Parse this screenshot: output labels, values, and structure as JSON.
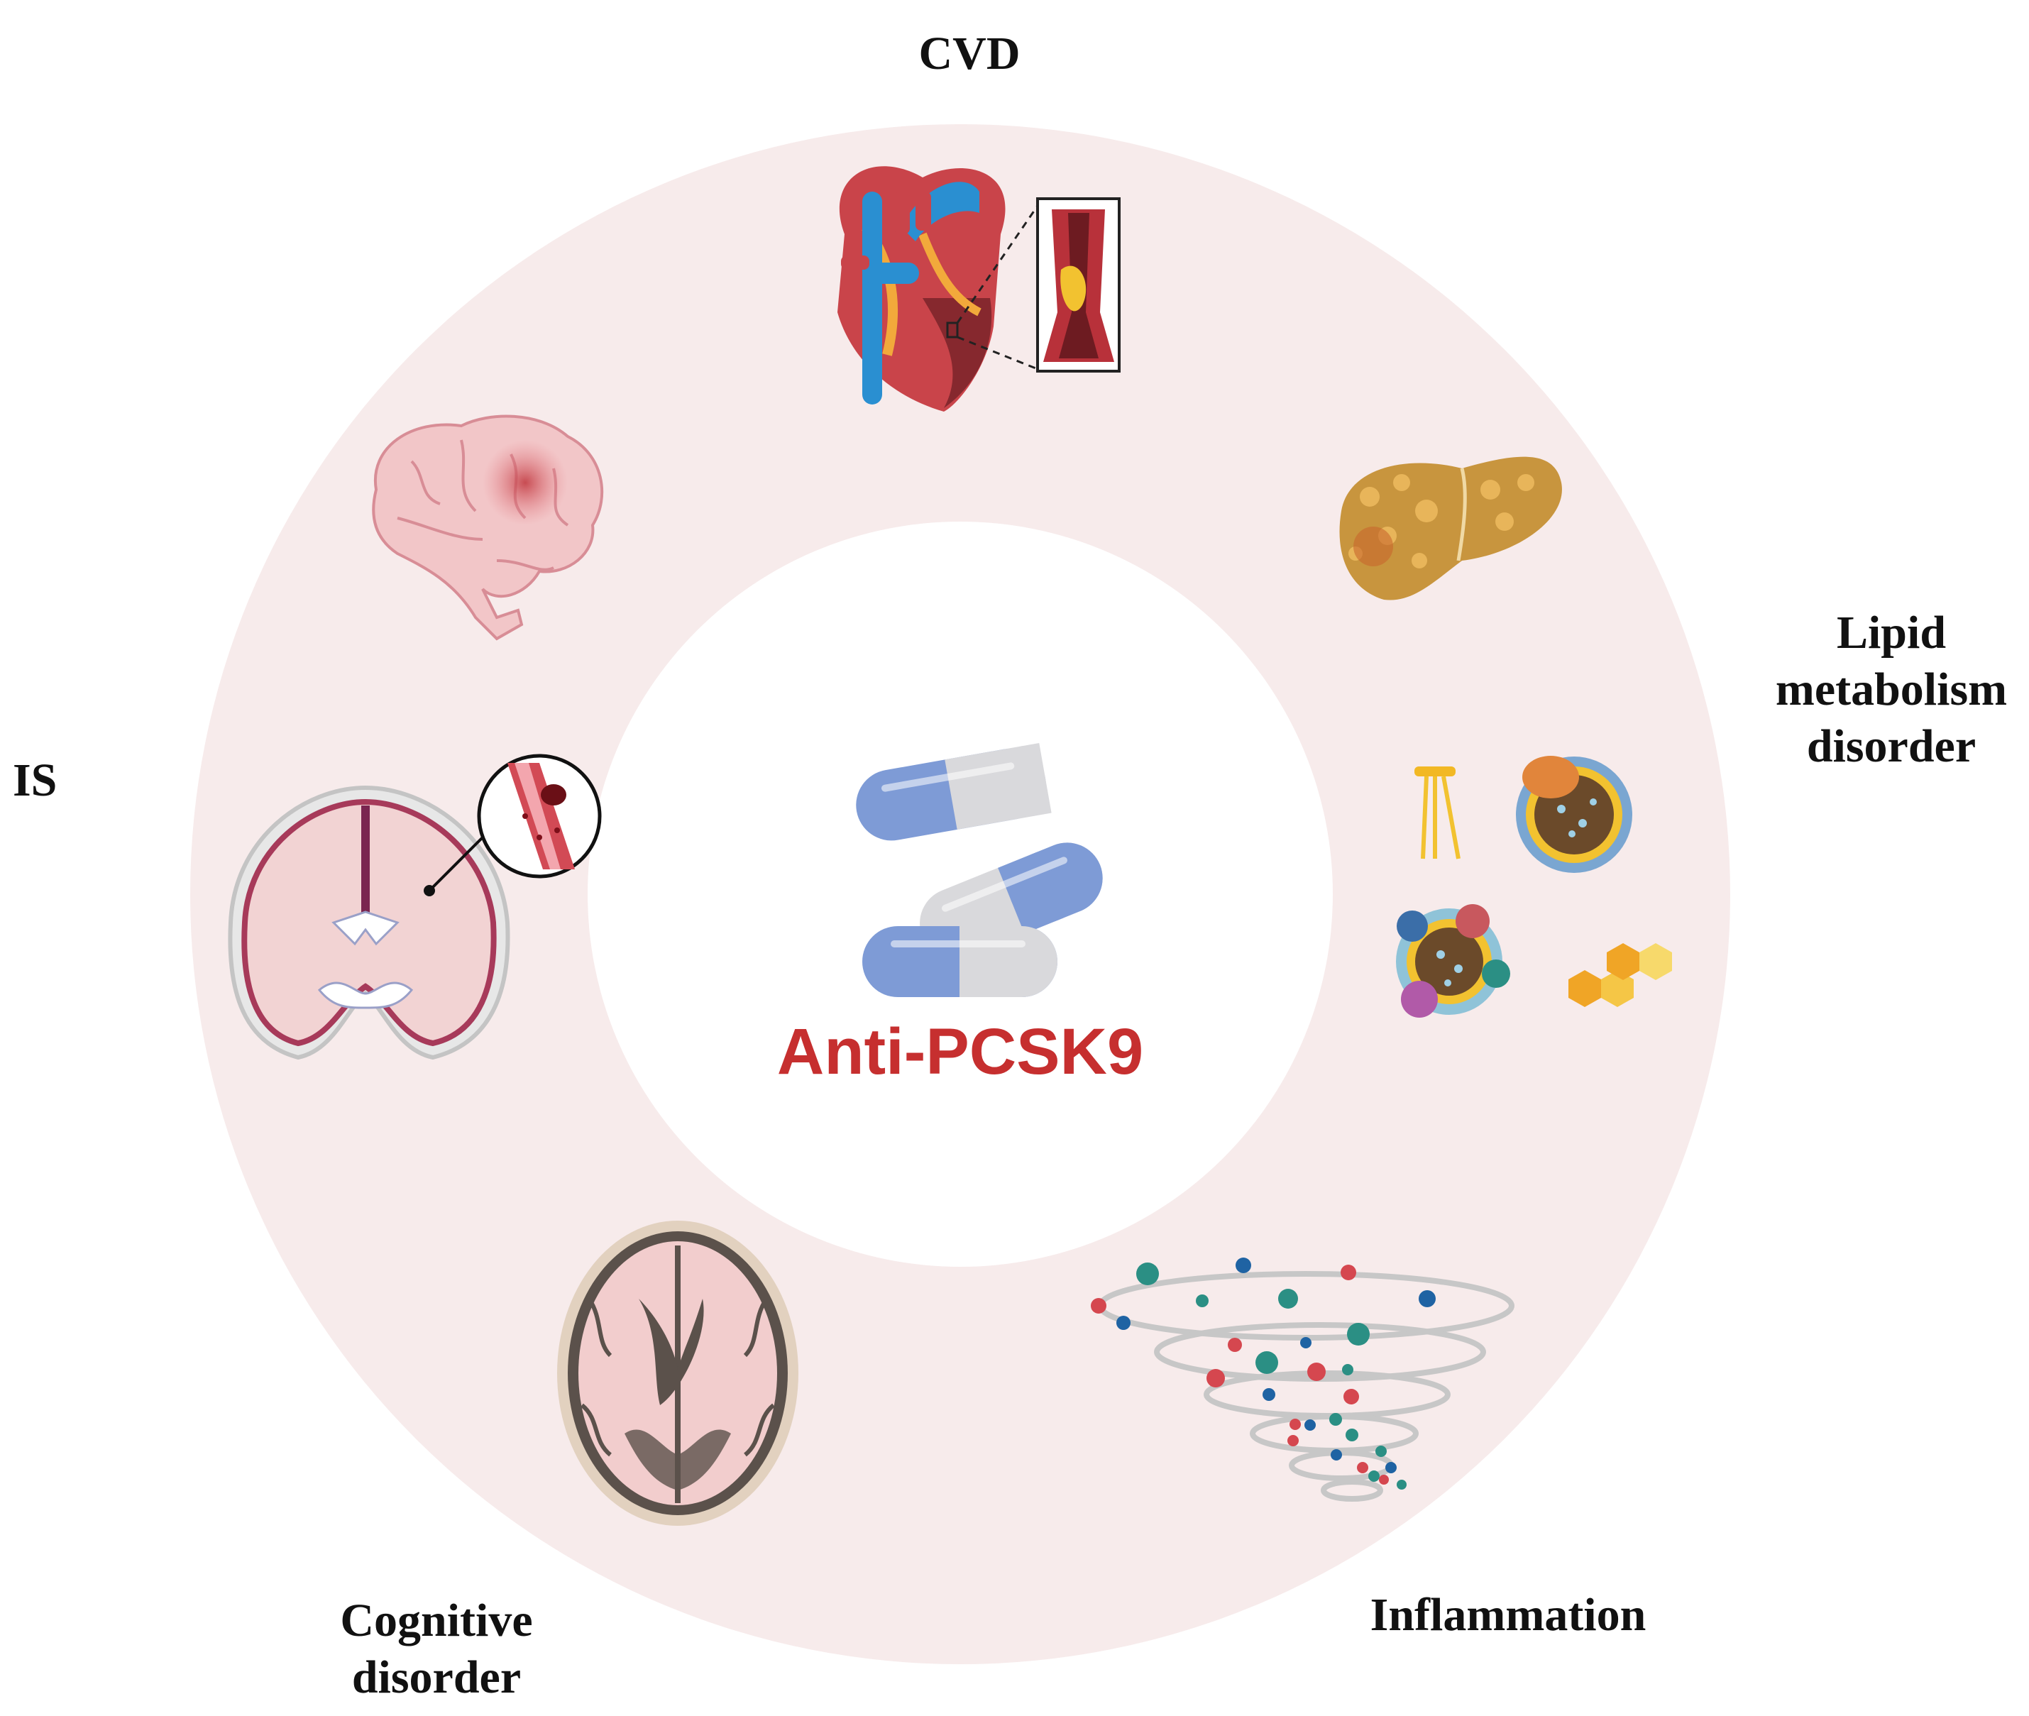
{
  "center": {
    "title": "Anti-PCSK9",
    "title_color": "#c62f2f",
    "icon": "capsule-pills-icon"
  },
  "ring": {
    "ring_color": "#f7ebeb",
    "inner_color": "#ffffff"
  },
  "labels": {
    "cvd": "CVD",
    "lipid_line1": "Lipid",
    "lipid_line2": "metabolism",
    "lipid_line3": "disorder",
    "inflammation": "Inflammation",
    "cognitive_line1": "Cognitive",
    "cognitive_line2": "disorder",
    "is": "IS"
  },
  "icons": {
    "cvd": "heart-with-artery-icon",
    "liver": "fatty-liver-icon",
    "lipids": "lipoprotein-icons",
    "inflammation": "inflammation-vortex-icon",
    "cognitive": "atrophic-brain-section-icon",
    "is": "brain-coronal-section-clot-icon",
    "brain": "brain-lesion-icon"
  },
  "colors": {
    "capsule_blue": "#7e9bd6",
    "capsule_gray": "#d9d9dc",
    "heart_red": "#c9444a",
    "vessel_blue": "#2a8fd1",
    "liver": "#c8953e",
    "brain_pink": "#f2c6c8",
    "teal": "#2b8f84",
    "dot_red": "#d5474f",
    "dot_blue": "#1f63a3"
  }
}
